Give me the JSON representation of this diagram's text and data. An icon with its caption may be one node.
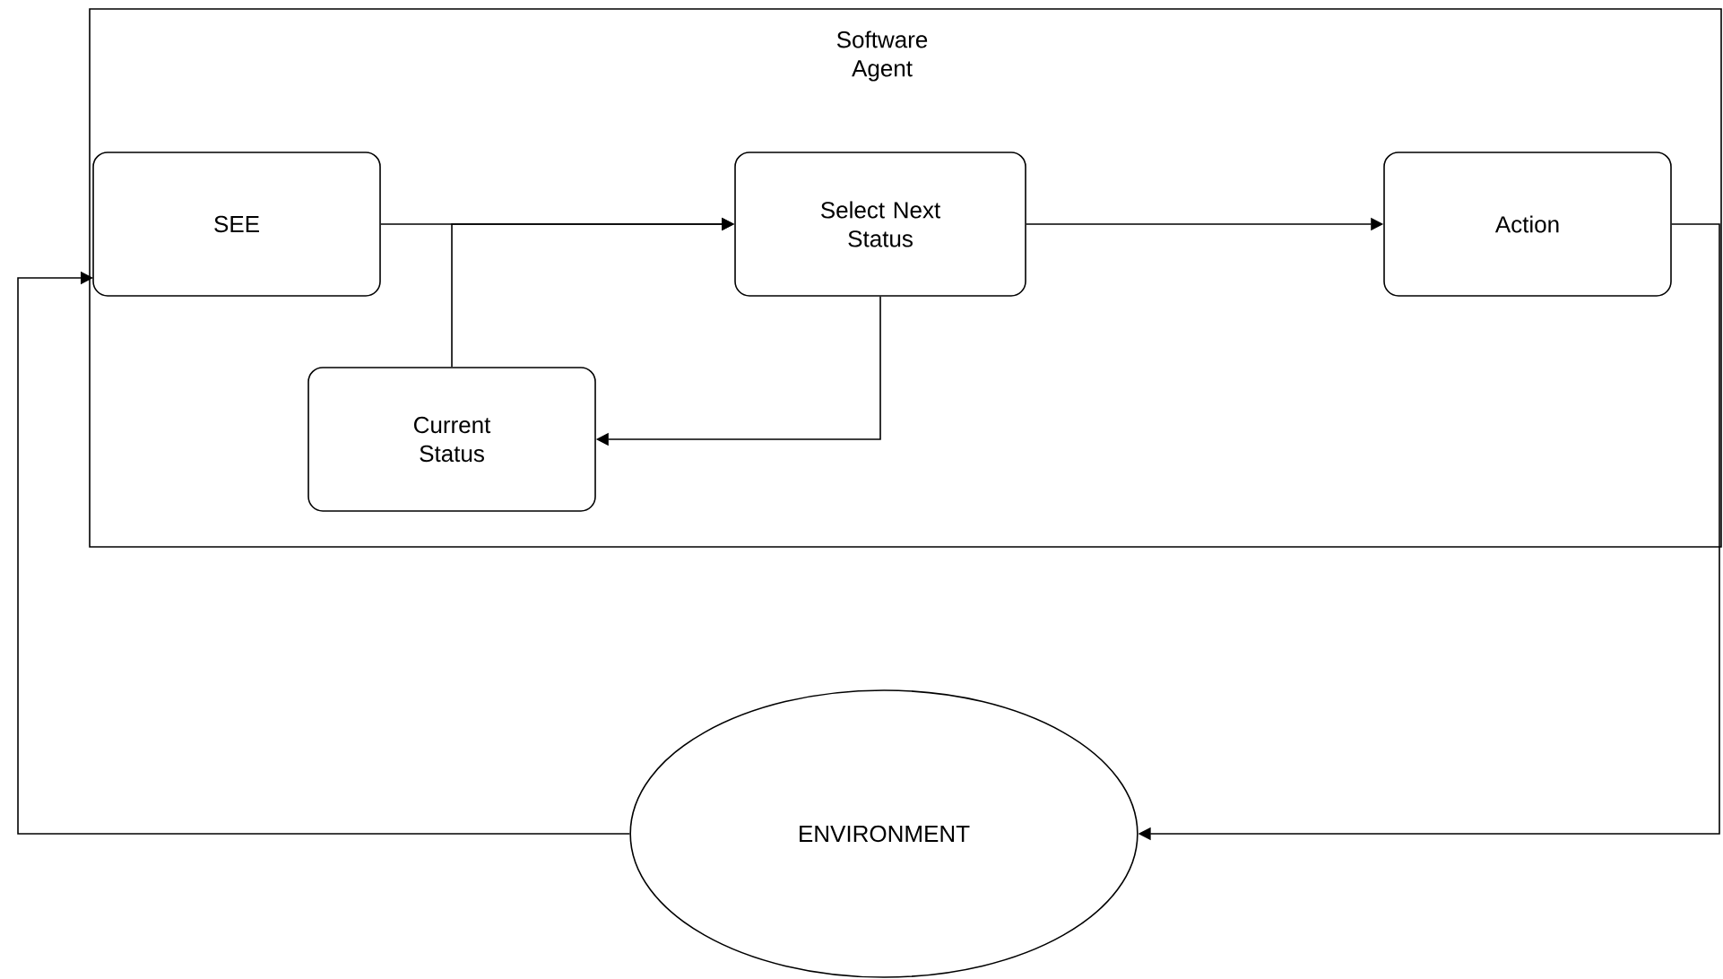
{
  "diagram": {
    "nodes": [
      {
        "text": [
          "Software Agent"
        ]
      },
      {
        "text": [
          "SEE"
        ],
        "in": 0
      },
      {
        "text": [
          "Select Next Status"
        ],
        "in": 0
      },
      {
        "text": [
          "Action"
        ],
        "in": 0
      },
      {
        "text": [
          "Current Status"
        ],
        "in": 0
      },
      {
        "text": [
          "ENVIRONMENT"
        ]
      }
    ],
    "edges": [
      {
        "from": 1,
        "to": 2,
        "arrow": "to"
      },
      {
        "from": 4,
        "to": 2,
        "arrow": "to"
      },
      {
        "from": 2,
        "to": 4,
        "arrow": "to"
      },
      {
        "from": 2,
        "to": 3,
        "arrow": "to"
      },
      {
        "from": 3,
        "to": 5,
        "arrow": "to"
      },
      {
        "from": 5,
        "to": 1,
        "arrow": "to"
      }
    ]
  }
}
